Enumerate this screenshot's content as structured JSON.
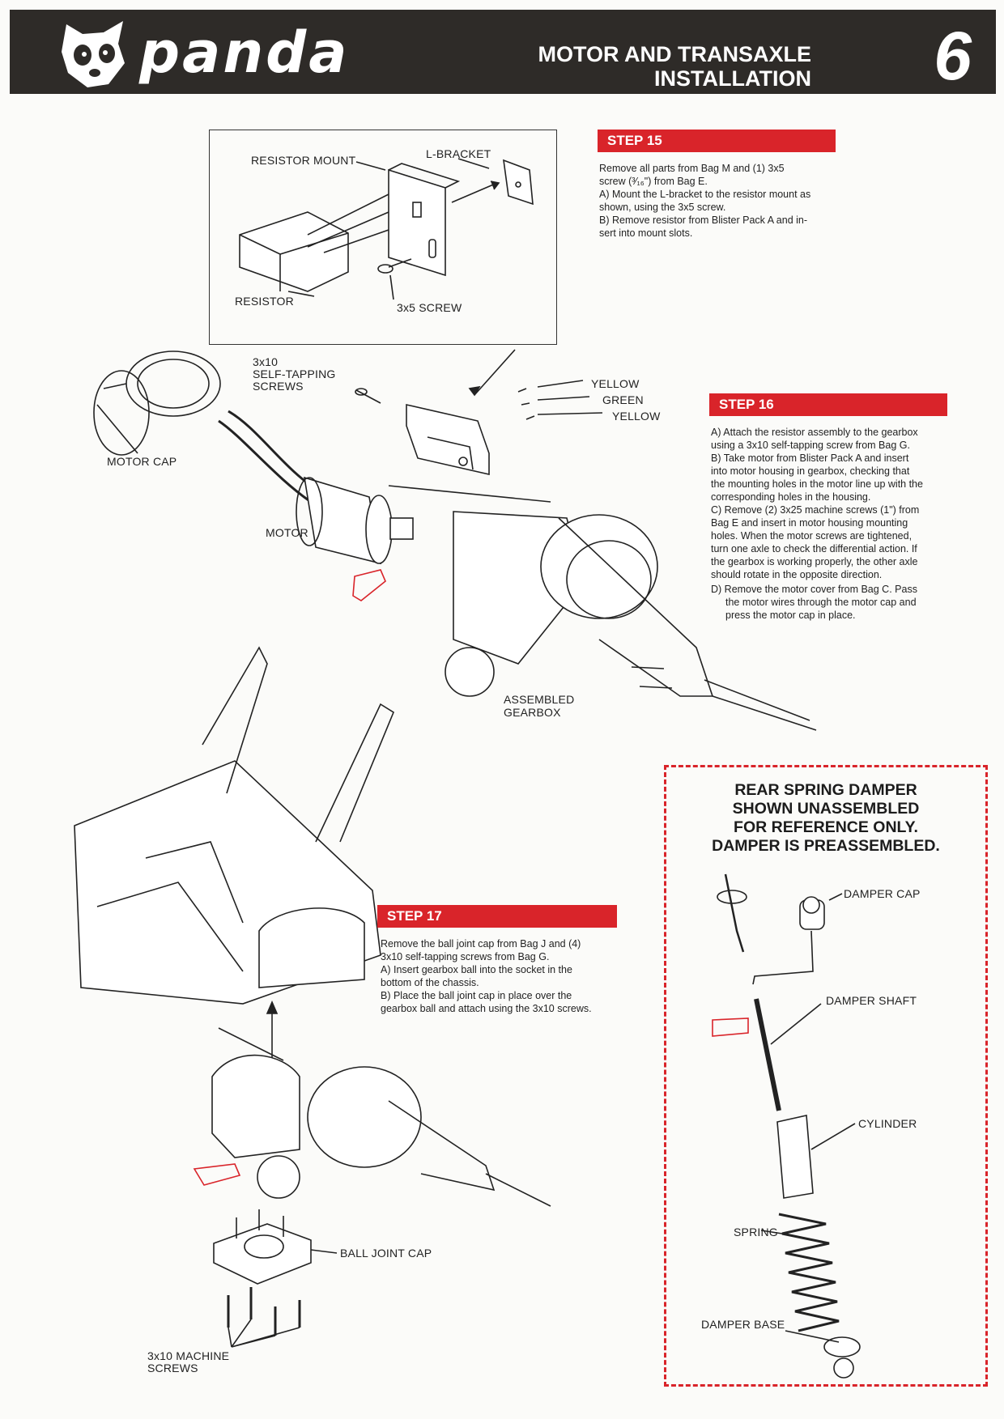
{
  "header": {
    "brand_name": "panda",
    "section_title_line1": "MOTOR AND TRANSAXLE",
    "section_title_line2": "INSTALLATION",
    "page_number": "6",
    "brand_icon": "panda-head-icon"
  },
  "step15": {
    "heading": "STEP 15",
    "lines": [
      "Remove all parts from Bag M and (1) 3x5",
      "screw (³⁄₁₆\") from Bag E.",
      "A) Mount the L-bracket to the resistor mount as",
      "shown, using the 3x5 screw.",
      "B) Remove resistor from Blister Pack A and in-",
      "sert into mount slots."
    ],
    "labels": {
      "resistor_mount": "RESISTOR MOUNT",
      "l_bracket": "L-BRACKET",
      "resistor": "RESISTOR",
      "screw": "3x5 SCREW"
    }
  },
  "step16": {
    "heading": "STEP 16",
    "lines": [
      "A) Attach the resistor assembly to the gearbox",
      "using a 3x10 self-tapping screw from Bag G.",
      "B) Take motor from Blister Pack A and insert",
      "into motor housing in gearbox, checking that",
      "the mounting holes in the motor line up with the",
      "corresponding holes in the housing.",
      "C) Remove (2) 3x25 machine screws (1\") from",
      "Bag E and insert in motor housing mounting",
      "holes. When the motor screws are tightened,",
      "turn one axle to check the differential action. If",
      "the gearbox is working properly, the other axle",
      "should rotate in the opposite direction.",
      "D) Remove the motor cover from Bag C.  Pass",
      "the motor wires through the motor cap and",
      "press the motor cap in place."
    ],
    "labels": {
      "screws_line1": "3x10",
      "screws_line2": "SELF-TAPPING",
      "screws_line3": "SCREWS",
      "yellow1": "YELLOW",
      "green": "GREEN",
      "yellow2": "YELLOW",
      "motor_cap": "MOTOR CAP",
      "motor": "MOTOR",
      "gearbox_line1": "ASSEMBLED",
      "gearbox_line2": "GEARBOX"
    }
  },
  "step17": {
    "heading": "STEP 17",
    "lines": [
      "Remove the ball joint cap from Bag J and (4)",
      "3x10 self-tapping screws from Bag G.",
      "A) Insert gearbox ball into the socket in the",
      "bottom of the chassis.",
      "B) Place the ball joint cap in place over the",
      "gearbox ball and attach using the 3x10 screws."
    ],
    "labels": {
      "ball_joint_cap": "BALL JOINT CAP",
      "machine_screws_line1": "3x10 MACHINE",
      "machine_screws_line2": "SCREWS"
    }
  },
  "damper": {
    "title_lines": [
      "REAR SPRING DAMPER",
      "SHOWN UNASSEMBLED",
      "FOR REFERENCE ONLY.",
      "DAMPER IS PREASSEMBLED."
    ],
    "labels": {
      "cap": "DAMPER CAP",
      "shaft": "DAMPER SHAFT",
      "cylinder": "CYLINDER",
      "spring": "SPRING",
      "base": "DAMPER BASE"
    }
  },
  "colors": {
    "header_bg": "#2e2b28",
    "step_red": "#d9242a",
    "paper": "#fbfbf9"
  }
}
